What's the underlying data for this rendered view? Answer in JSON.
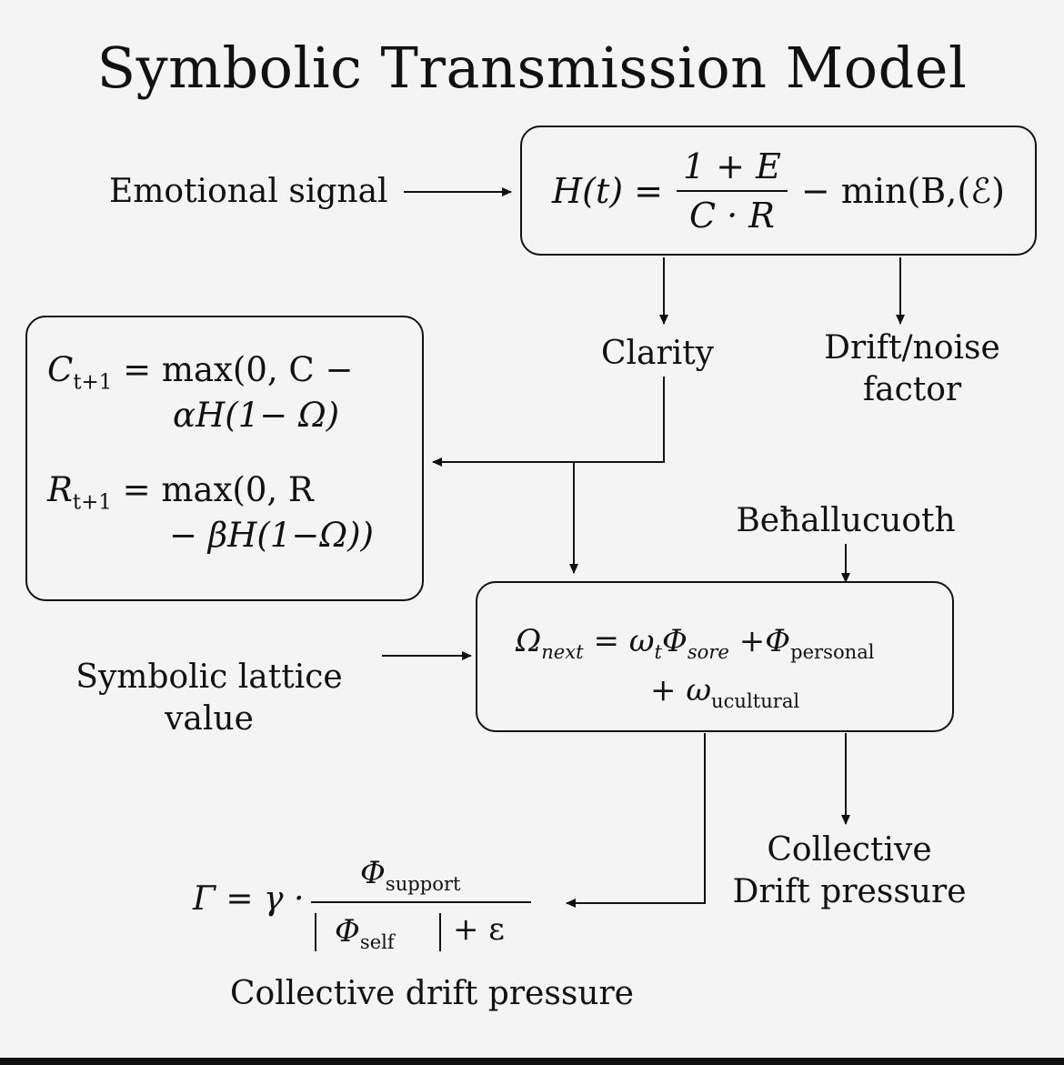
{
  "title": "Symbolic Transmission Model",
  "labels": {
    "emotional_signal": "Emotional signal",
    "clarity": "Clarity",
    "drift_noise_1": "Drift/noise",
    "drift_noise_2": "factor",
    "behallucuoth": "Beħallucuoth",
    "symbolic_lattice_1": "Symbolic lattice",
    "symbolic_lattice_2": "value",
    "collective_drift_1": "Collective",
    "collective_drift_2": "Drift pressure",
    "collective_drift_pressure": "Collective drift pressure"
  },
  "equations": {
    "h": {
      "lhs": "H(t) =",
      "numerator": "1 + E",
      "denominator": "C · R",
      "tail": "− min(B,(ℰ)"
    },
    "c_update": {
      "lhs": "C",
      "lhs_sub": "t+1",
      "line1": "= max(0, C −",
      "line2": "αH(1− Ω)"
    },
    "r_update": {
      "lhs": "R",
      "lhs_sub": "t+1",
      "line1": "= max(0, R",
      "line2": "− βH(1−Ω))"
    },
    "omega": {
      "lhs": "Ω",
      "lhs_sub": "next",
      "eq": "=",
      "w": "ω",
      "w_sub": "t",
      "phi": "Φ",
      "phi_sub": "sore",
      "plus1": "+",
      "phi2": "Φ",
      "phi2_sub": "personal",
      "plus2": "+",
      "w2": "ω",
      "w2_sub": "ucultural"
    },
    "gamma": {
      "lhs": "Γ = γ ·",
      "num": "Φ",
      "num_sub": "support",
      "den": "Φ",
      "den_sub": "self",
      "den_tail": "+ ε"
    }
  }
}
